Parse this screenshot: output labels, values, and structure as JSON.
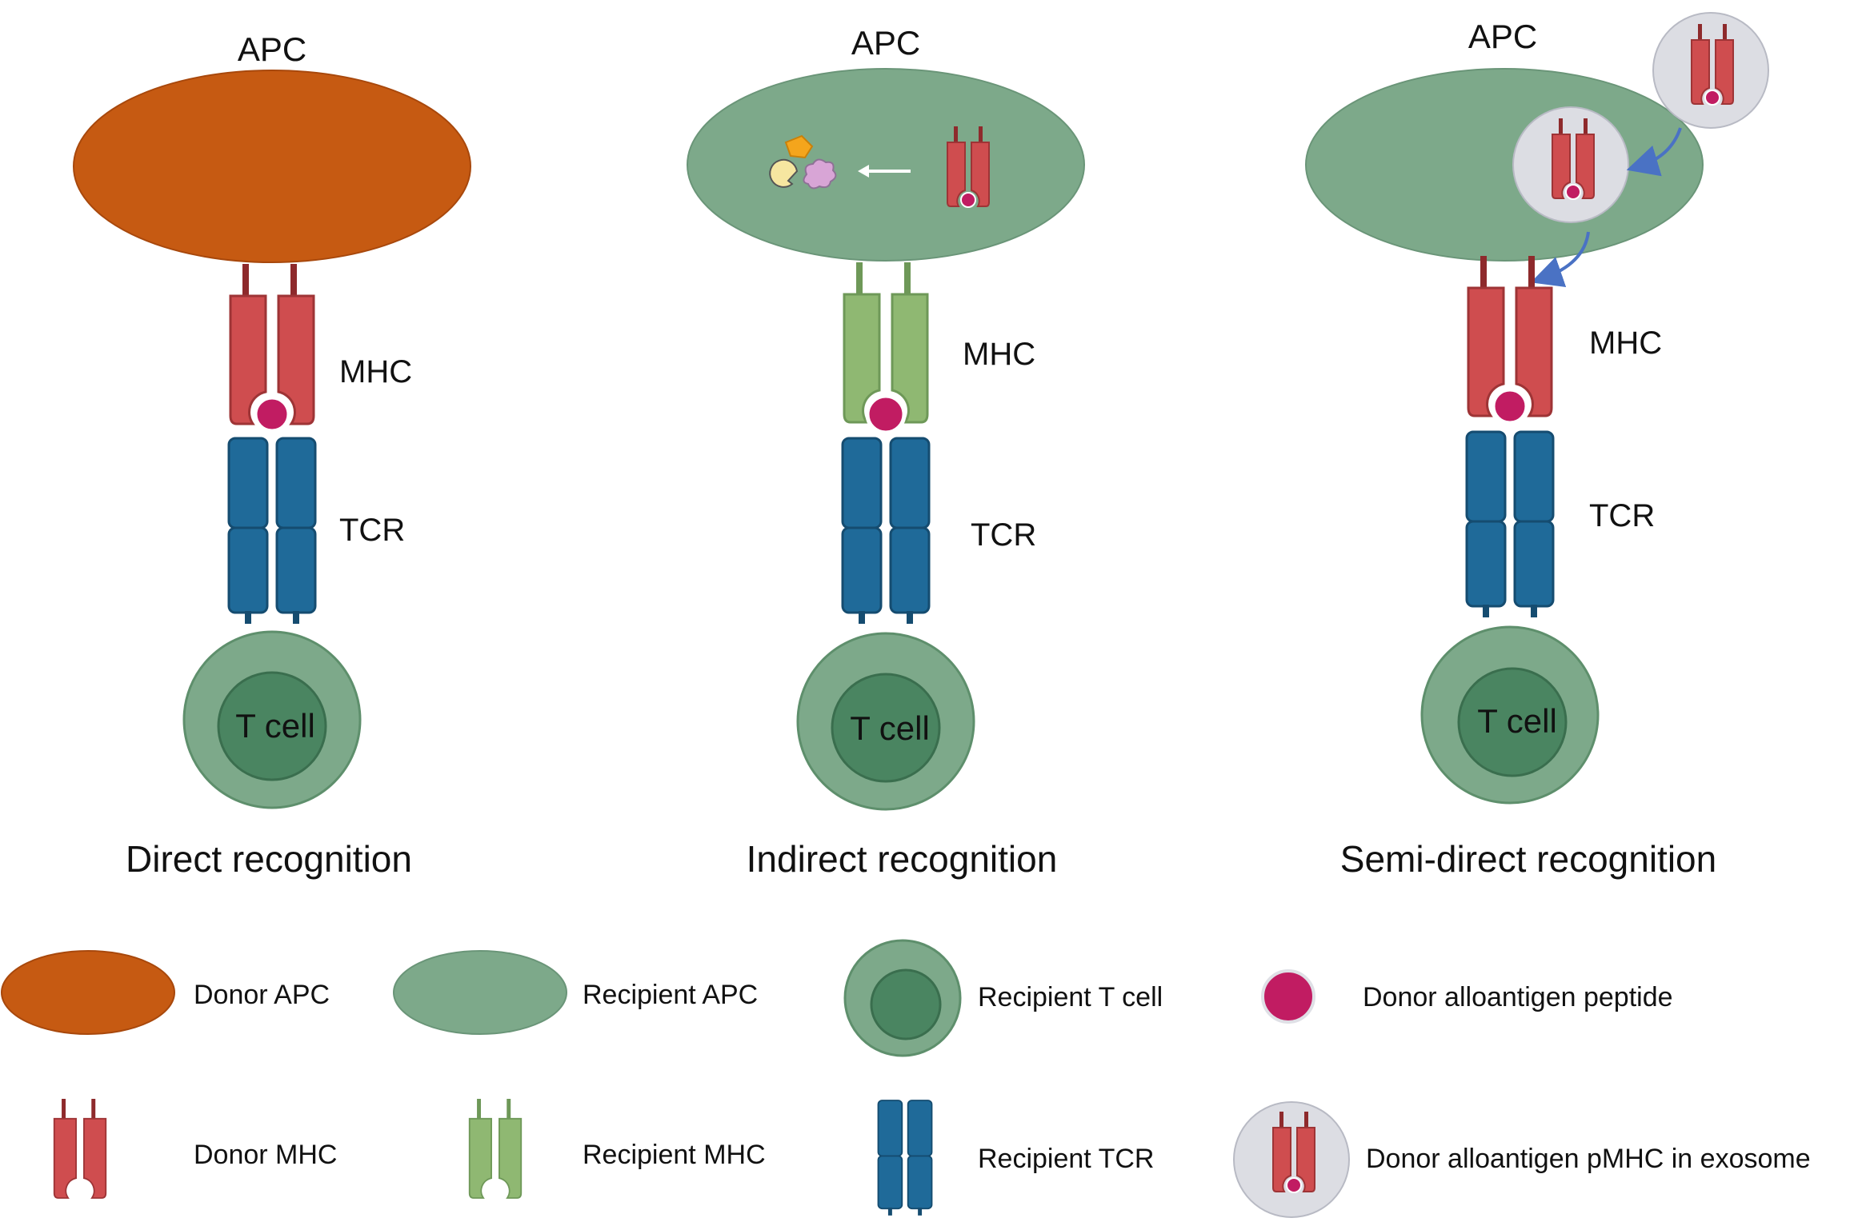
{
  "panels": [
    {
      "apc_label": "APC",
      "mhc_label": "MHC",
      "tcr_label": "TCR",
      "tcell_label": "T cell",
      "caption": "Direct recognition"
    },
    {
      "apc_label": "APC",
      "mhc_label": "MHC",
      "tcr_label": "TCR",
      "tcell_label": "T cell",
      "caption": "Indirect recognition"
    },
    {
      "apc_label": "APC",
      "mhc_label": "MHC",
      "tcr_label": "TCR",
      "tcell_label": "T cell",
      "caption": "Semi-direct recognition"
    }
  ],
  "legend": {
    "donor_apc": "Donor APC",
    "recipient_apc": "Recipient APC",
    "recipient_t_cell": "Recipient T cell",
    "donor_peptide": "Donor alloantigen peptide",
    "donor_mhc": "Donor MHC",
    "recipient_mhc": "Recipient MHC",
    "recipient_tcr": "Recipient TCR",
    "donor_pmhc_exosome": "Donor alloantigen pMHC in exosome"
  },
  "colors": {
    "donor_apc": "#c65a12",
    "recipient_apc": "#7da98a",
    "donor_mhc": "#cf4d4f",
    "recipient_mhc": "#8fb872",
    "tcr": "#1f6a99",
    "peptide": "#c11c62",
    "t_cell_outer": "#7da98a",
    "t_cell_inner": "#4a8561",
    "exosome": "#dcdde3",
    "arrow": "#4a72c4"
  }
}
